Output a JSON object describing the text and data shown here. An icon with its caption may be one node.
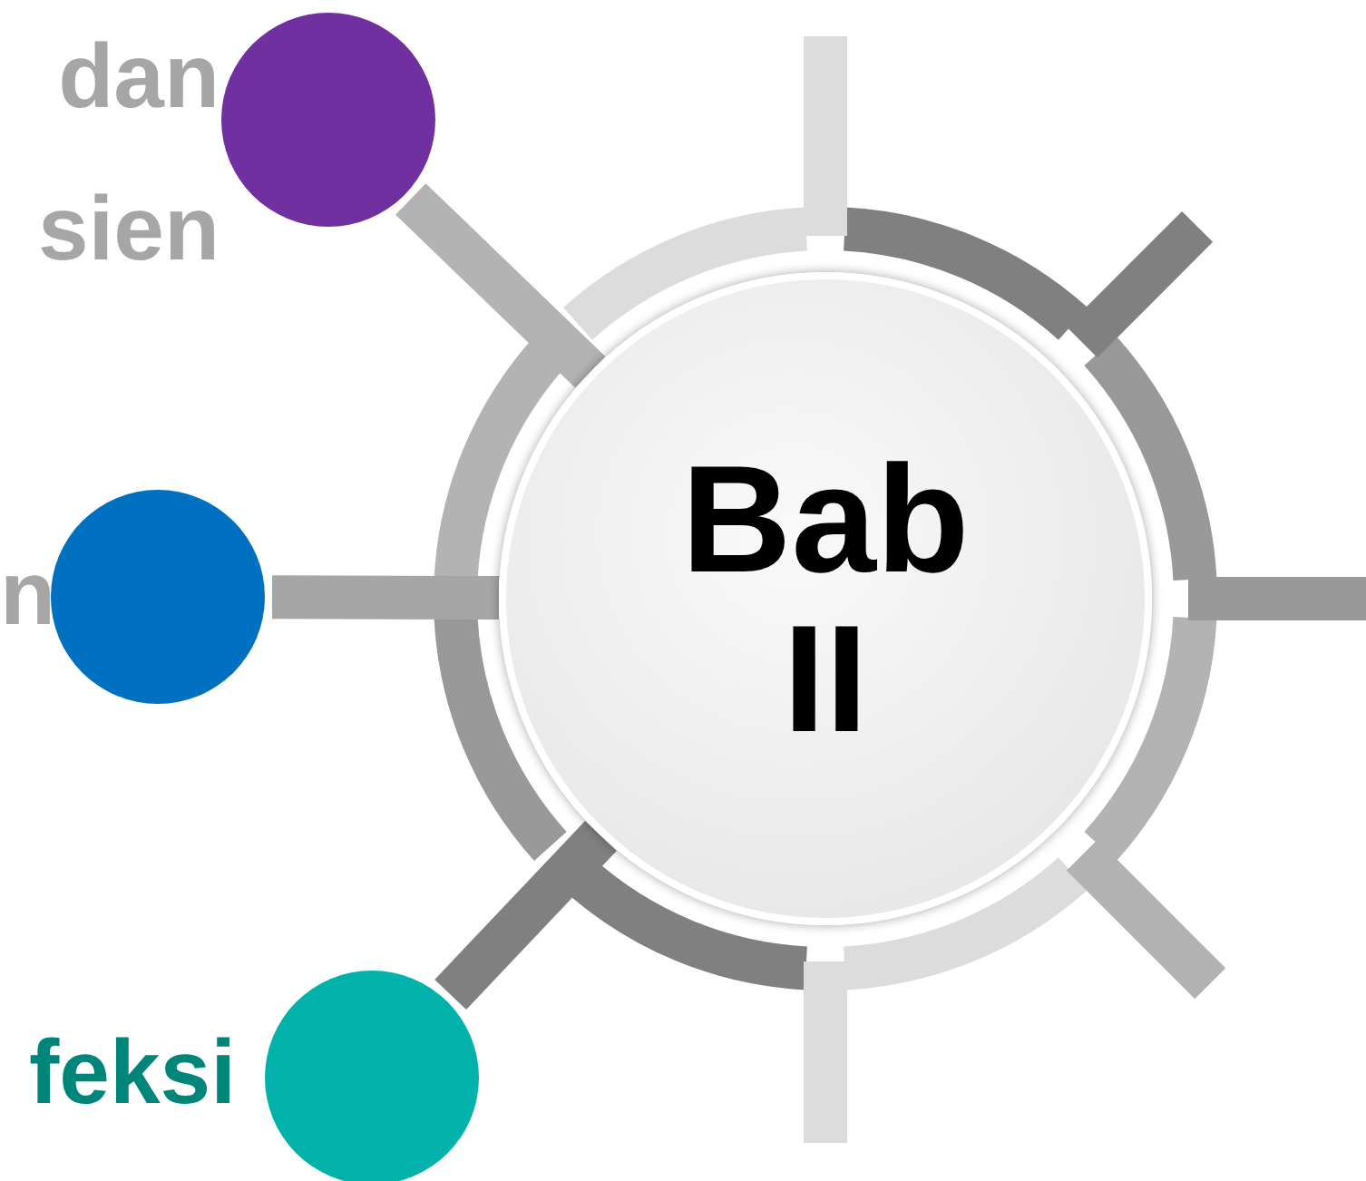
{
  "diagram": {
    "nodes": [
      {
        "text": [
          "Bab II"
        ]
      },
      {
        "text": [],
        "shape": "circle",
        "beside": [
          "dan sien"
        ]
      },
      {
        "text": [],
        "shape": "circle",
        "beside": [
          "n"
        ]
      },
      {
        "text": [],
        "shape": "circle",
        "beside": [
          "feksi"
        ]
      }
    ],
    "edges": [
      {
        "from": 0,
        "to": 1,
        "arrow": "none",
        "color": "#b3b3b3"
      },
      {
        "from": 0,
        "to": 2,
        "arrow": "none",
        "color": "#a6a6a6"
      },
      {
        "from": 0,
        "to": 3,
        "arrow": "none",
        "color": "#808080"
      }
    ]
  }
}
